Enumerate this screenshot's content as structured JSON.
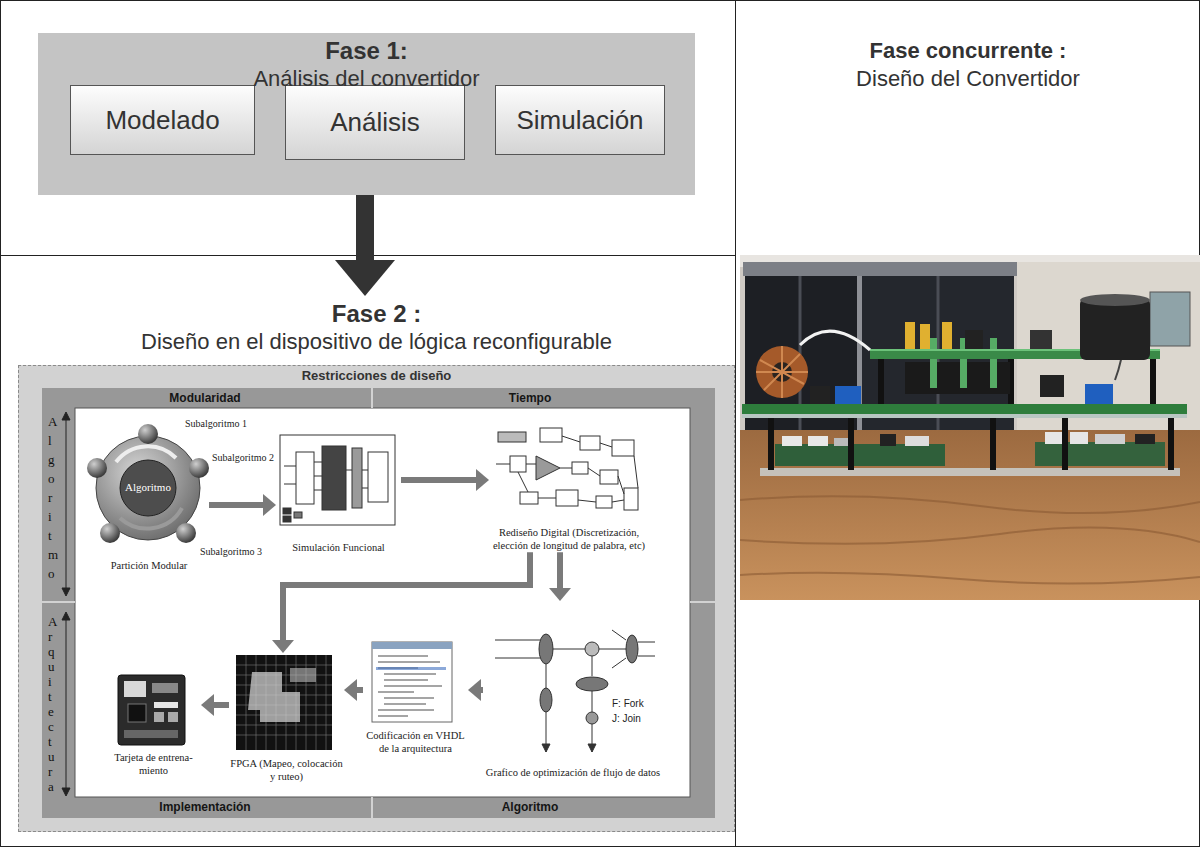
{
  "diagram": {
    "nodes": [
      {
        "text": [
          "Fase 1:",
          "Análisis del convertidor"
        ]
      },
      {
        "text": [
          "Modelado"
        ],
        "in": 0
      },
      {
        "text": [
          "Análisis"
        ],
        "in": 0
      },
      {
        "text": [
          "Simulación"
        ],
        "in": 0
      },
      {
        "text": [
          "Fase 2 :",
          "Diseño en el dispositivo de lógica reconfigurable"
        ]
      },
      {
        "text": [
          "Restricciones de diseño"
        ],
        "in": 4
      },
      {
        "text": [
          "Partición Modular"
        ],
        "in": 5
      },
      {
        "text": [
          "Simulación Funcional"
        ],
        "in": 5
      },
      {
        "text": [
          "Rediseño Digital (Discretización, elección de longitud de palabra, etc)"
        ],
        "in": 5
      },
      {
        "text": [
          "Tarjeta de entrena- miento"
        ],
        "in": 5
      },
      {
        "text": [
          "FPGA (Mapeo, colocación y ruteo)"
        ],
        "in": 5
      },
      {
        "text": [
          "Codificación en VHDL de la arquitectura"
        ],
        "in": 5
      },
      {
        "text": [
          "Grafico de optimización de flujo de datos"
        ],
        "in": 5
      }
    ],
    "edges": [
      {
        "from": 1,
        "to": 2,
        "arrow": "to"
      },
      {
        "from": 2,
        "to": 3,
        "arrow": "to"
      },
      {
        "from": 0,
        "to": 4,
        "arrow": "to"
      },
      {
        "from": 6,
        "to": 7,
        "arrow": "to"
      },
      {
        "from": 7,
        "to": 8,
        "arrow": "to"
      },
      {
        "from": 8,
        "to": 10,
        "arrow": "to"
      },
      {
        "from": 8,
        "to": 12,
        "arrow": "to"
      },
      {
        "from": 12,
        "to": 11,
        "arrow": "to"
      },
      {
        "from": 11,
        "to": 10,
        "arrow": "to"
      },
      {
        "from": 10,
        "to": 9,
        "arrow": "to"
      }
    ],
    "labels": [
      "Modularidad",
      "Tiempo",
      "Implementación",
      "Algoritmo",
      "Algoritmo",
      "Arquitectura",
      "Algoritmo",
      "Subalgoritmo 1",
      "Subalgoritmo 2",
      "Subalgoritmo 3",
      "F: Fork",
      "J: Join",
      "Fase concurrente :",
      "Diseño del Convertidor"
    ]
  }
}
